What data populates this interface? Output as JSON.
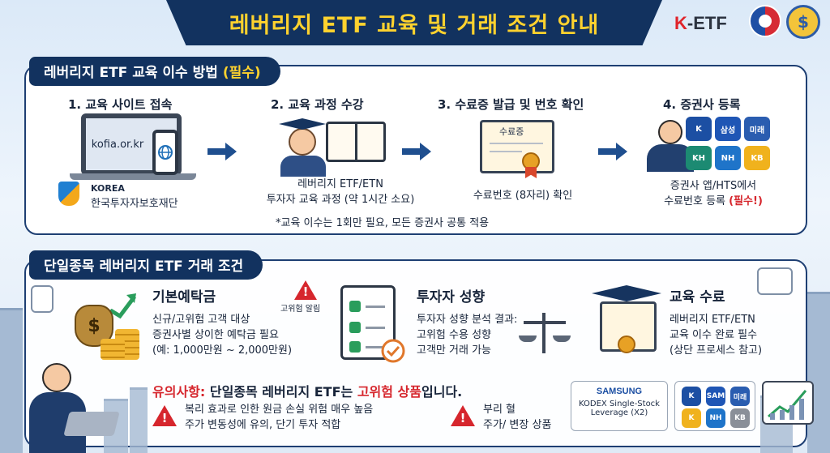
{
  "header": {
    "title": "레버리지 ETF 교육 및 거래 조건 안내",
    "logo_prefix": "K",
    "logo_suffix": "-ETF",
    "coin_symbol": "$"
  },
  "section1": {
    "tab_label": "레버리지 ETF 교육 이수 방법",
    "tab_required": "(필수)",
    "steps": [
      {
        "title": "1. 교육 사이트 접속",
        "site": "kofia.or.kr",
        "org_en": "KOREA",
        "org_ko": "한국투자자보호재단"
      },
      {
        "title": "2. 교육 과정 수강",
        "desc_line1": "레버리지 ETF/ETN",
        "desc_line2": "투자자 교육 과정 (약 1시간 소요)"
      },
      {
        "title": "3. 수료증 발급 및 번호 확인",
        "cert_label": "수료증",
        "desc": "수료번호 (8자리) 확인"
      },
      {
        "title": "4. 증권사 등록",
        "desc_line1": "증권사 앱/HTS에서",
        "desc_line2": "수료번호 등록",
        "desc_required": "(필수!)"
      }
    ],
    "brokers": [
      {
        "label": "K",
        "color": "#1c4fa3"
      },
      {
        "label": "삼성",
        "color": "#1f56b5"
      },
      {
        "label": "미래",
        "color": "#2a5db0"
      },
      {
        "label": "KH",
        "color": "#1c8a72"
      },
      {
        "label": "NH",
        "color": "#1f74c9"
      },
      {
        "label": "KB",
        "color": "#f0b21d"
      }
    ],
    "footnote": "*교육 이수는 1회만 필요, 모든 증권사 공통 적용"
  },
  "section2": {
    "tab_label": "단일종목 레버리지 ETF 거래 조건",
    "deposit": {
      "title": "기본예탁금",
      "alert": "고위험 알림",
      "lines": [
        "신규/고위험 고객 대상",
        "증권사별 상이한 예탁금 필요",
        "(예: 1,000만원 ~ 2,000만원)"
      ]
    },
    "profile": {
      "title": "투자자 성향",
      "lines": [
        "투자자 성향 분석 결과:",
        "고위험 수용 성향",
        "고객만 거래 가능"
      ]
    },
    "education": {
      "title": "교육 수료",
      "lines": [
        "레버리지 ETF/ETN",
        "교육 이수 완료 필수",
        "(상단 프로세스 참고)"
      ]
    },
    "caution": {
      "prefix": "유의사항:",
      "middle": " 단일종목 레버리지 ETF는 ",
      "highlight": "고위험 상품",
      "suffix": "입니다.",
      "left_lines": [
        "복리 효과로 인한 원금 손실 위험 매우 높음",
        "주가 변동성에 유의, 단기 투자 적합"
      ],
      "right_lines": [
        "부리 혈",
        "주가/ 변장 상품"
      ]
    },
    "product_card": {
      "brand": "SAMSUNG",
      "line1": "KODEX Single-Stock",
      "line2": "Leverage (X2)"
    },
    "logo_card": [
      {
        "label": "K",
        "color": "#1c4fa3"
      },
      {
        "label": "SAM",
        "color": "#1f56b5"
      },
      {
        "label": "미래",
        "color": "#2a5db0"
      },
      {
        "label": "K",
        "color": "#f0b21d"
      },
      {
        "label": "NH",
        "color": "#1f74c9"
      },
      {
        "label": "KB",
        "color": "#8a8f98"
      }
    ]
  },
  "colors": {
    "navy": "#12325f",
    "gold": "#ffd22e",
    "alert_red": "#d6262d"
  }
}
